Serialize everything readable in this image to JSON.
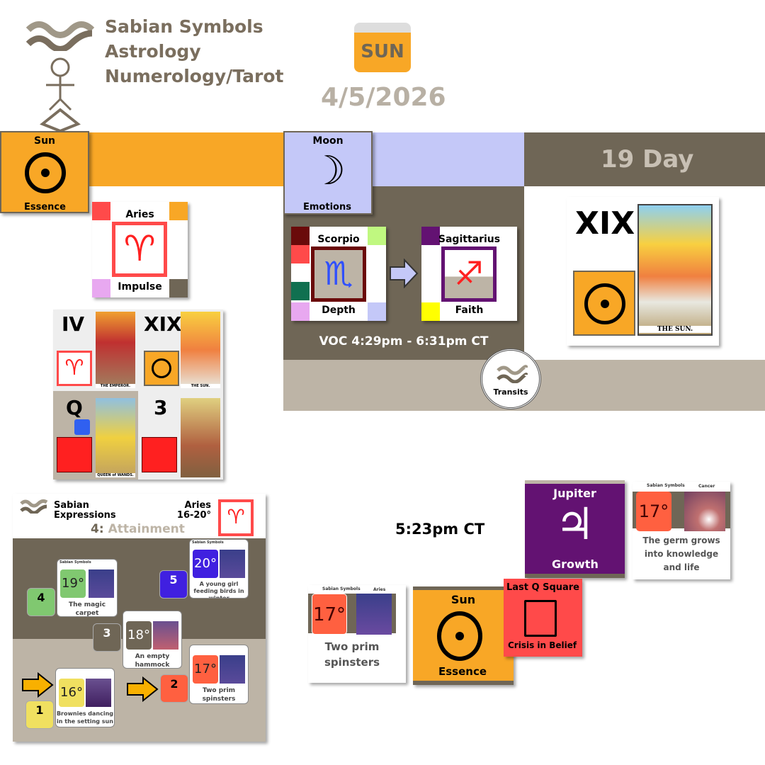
{
  "header": {
    "lines": [
      "Sabian Symbols",
      "Astrology",
      "Numerology/Tarot"
    ],
    "calendar_day": "SUN",
    "date": "4/5/2026"
  },
  "colors": {
    "orange": "#f8a726",
    "lavender": "#c4c8f8",
    "brown": "#6f6656",
    "beige": "#bdb4a6",
    "red": "#ff4a4a",
    "purple": "#631272"
  },
  "sun_card": {
    "title": "Sun",
    "label": "Essence"
  },
  "moon_card": {
    "title": "Moon",
    "label": "Emotions"
  },
  "day_banner": "19 Day",
  "aries_card": {
    "title": "Aries",
    "label": "Impulse"
  },
  "scorpio_card": {
    "title": "Scorpio",
    "label": "Depth"
  },
  "sagittarius_card": {
    "title": "Sagittarius",
    "label": "Faith"
  },
  "voc": "VOC 4:29pm - 6:31pm CT",
  "transits": "Transits",
  "day_tarot": {
    "numeral": "XIX",
    "card_name": "THE SUN."
  },
  "tarot_grid": [
    {
      "numeral": "IV",
      "card_name": "THE EMPEROR."
    },
    {
      "numeral": "XIX",
      "card_name": "THE SUN."
    },
    {
      "numeral": "Q",
      "card_name": "QUEEN of WANDS."
    },
    {
      "numeral": "3",
      "card_name": ""
    }
  ],
  "sabian_expressions": {
    "title_line1": "Sabian",
    "title_line2": "Expressions",
    "sign": "Aries",
    "range": "16-20°",
    "stage_num": "4:",
    "stage": "Attainment",
    "card_header": "Sabian Symbols",
    "card_sign": "Aries",
    "cards": [
      {
        "step": "1",
        "degree": "16°",
        "text": "Brownies dancing in the setting sun"
      },
      {
        "step": "2",
        "degree": "17°",
        "text": "Two prim spinsters"
      },
      {
        "step": "3",
        "degree": "18°",
        "text": "An empty hammock"
      },
      {
        "step": "4",
        "degree": "19°",
        "text": "The magic carpet"
      },
      {
        "step": "5",
        "degree": "20°",
        "text": "A young girl feeding birds in winter"
      }
    ]
  },
  "time": "5:23pm CT",
  "jupiter_card": {
    "title": "Jupiter",
    "label": "Growth"
  },
  "jupiter_sabian": {
    "header": "Sabian Symbols",
    "sign": "Cancer",
    "degree": "17°",
    "text": "The germ grows into knowledge and life"
  },
  "sun_sabian": {
    "header": "Sabian Symbols",
    "sign": "Aries",
    "degree": "17°",
    "text": "Two prim spinsters"
  },
  "sun_transit_card": {
    "title": "Sun",
    "label": "Essence"
  },
  "aspect_card": {
    "title": "Last Q Square",
    "label": "Crisis in Belief"
  }
}
